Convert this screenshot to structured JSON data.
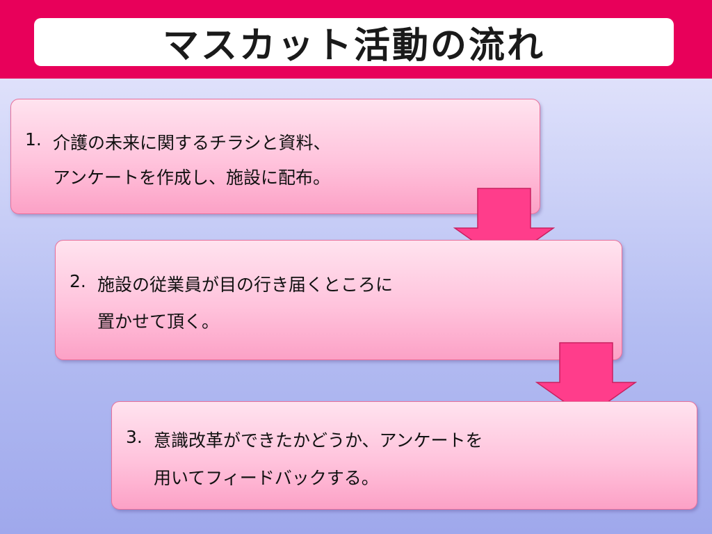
{
  "title": "マスカット活動の流れ",
  "colors": {
    "header": "#e8005a",
    "arrow": "#ff3d8b",
    "step_border": "#e8709a"
  },
  "steps": [
    {
      "number": "1.",
      "line1": "介護の未来に関するチラシと資料、",
      "line2": "アンケートを作成し、施設に配布。"
    },
    {
      "number": "2.",
      "line1": "施設の従業員が目の行き届くところに",
      "line2": "置かせて頂く。"
    },
    {
      "number": "3.",
      "line1": "意識改革ができたかどうか、アンケートを",
      "line2": "用いてフィードバックする。"
    }
  ],
  "arrows": [
    "arrow-down-icon",
    "arrow-down-icon"
  ]
}
